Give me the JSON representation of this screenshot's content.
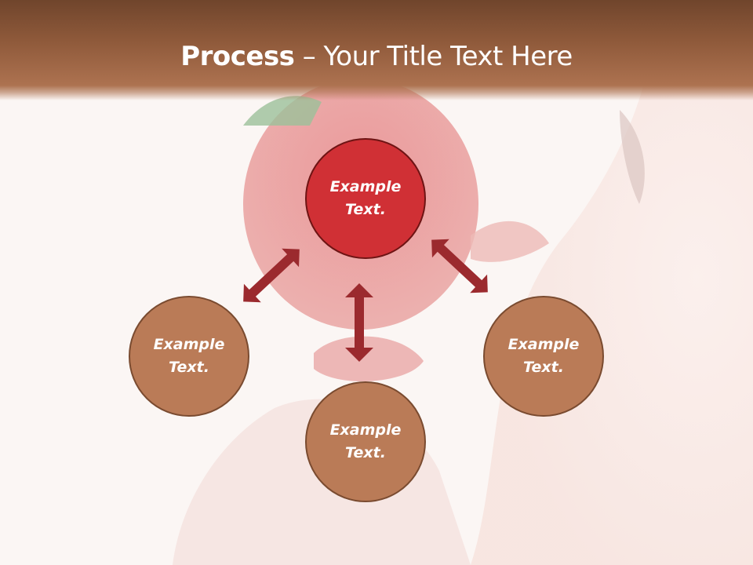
{
  "slide": {
    "title_bold": "Process",
    "title_rest": " – Your Title Text Here"
  },
  "diagram": {
    "center": {
      "label": "Example Text.",
      "line1": "Example",
      "line2": "Text.",
      "color": "#d03035"
    },
    "nodes": [
      {
        "position": "left",
        "line1": "Example",
        "line2": "Text.",
        "color": "#ba7b57"
      },
      {
        "position": "bottom",
        "line1": "Example",
        "line2": "Text.",
        "color": "#ba7b57"
      },
      {
        "position": "right",
        "line1": "Example",
        "line2": "Text.",
        "color": "#ba7b57"
      }
    ],
    "arrow_color": "#9b2a2e"
  }
}
